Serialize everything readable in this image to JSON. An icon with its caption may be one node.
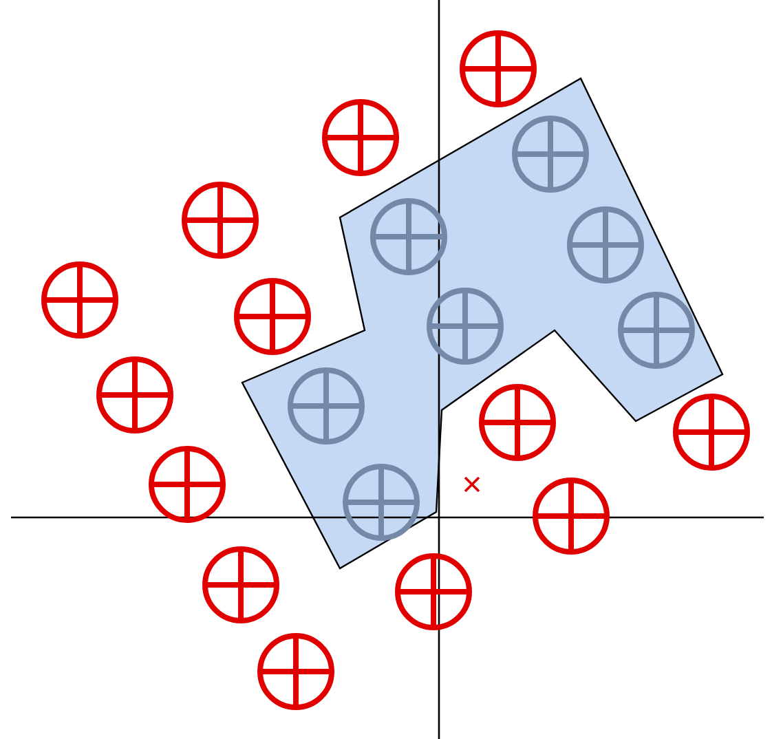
{
  "diagram": {
    "nodes": [
      {
        "text": [],
        "shape": "polygon"
      },
      {
        "text": [],
        "shape": "circle"
      },
      {
        "text": [],
        "shape": "circle"
      },
      {
        "text": [],
        "shape": "circle"
      },
      {
        "text": [],
        "shape": "circle"
      },
      {
        "text": [],
        "shape": "circle"
      },
      {
        "text": [],
        "shape": "circle"
      },
      {
        "text": [],
        "shape": "circle"
      },
      {
        "text": [],
        "shape": "circle"
      },
      {
        "text": [],
        "shape": "circle"
      },
      {
        "text": [],
        "shape": "circle"
      },
      {
        "text": [],
        "shape": "circle"
      },
      {
        "text": [],
        "shape": "circle"
      },
      {
        "text": [],
        "shape": "circle"
      },
      {
        "text": [],
        "shape": "circle",
        "in": 0
      },
      {
        "text": [],
        "shape": "circle",
        "in": 0
      },
      {
        "text": [],
        "shape": "circle",
        "in": 0
      },
      {
        "text": [],
        "shape": "circle",
        "in": 0
      },
      {
        "text": [],
        "shape": "circle",
        "in": 0
      },
      {
        "text": [],
        "shape": "circle",
        "in": 0
      },
      {
        "text": [],
        "shape": "circle",
        "in": 0
      }
    ]
  }
}
